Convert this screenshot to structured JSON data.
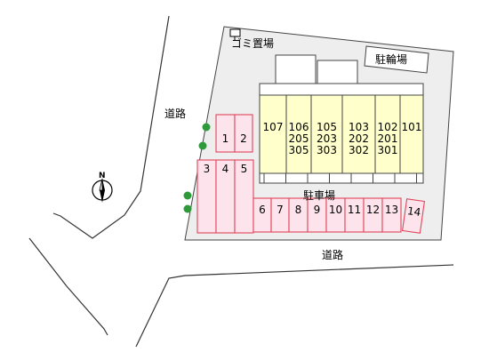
{
  "labels": {
    "garbage": "ゴミ置場",
    "bicycle": "駐輪場",
    "road_left": "道路",
    "road_bottom": "道路",
    "parking_area": "駐車場",
    "north": "N"
  },
  "building_columns": [
    {
      "unit_first": "107",
      "unit_second": "",
      "unit_third": ""
    },
    {
      "unit_first": "106",
      "unit_second": "205",
      "unit_third": "305"
    },
    {
      "unit_first": "105",
      "unit_second": "203",
      "unit_third": "303"
    },
    {
      "unit_first": "103",
      "unit_second": "202",
      "unit_third": "302"
    },
    {
      "unit_first": "102",
      "unit_second": "201",
      "unit_third": "301"
    },
    {
      "unit_first": "101",
      "unit_second": "",
      "unit_third": ""
    }
  ],
  "parking_spaces": [
    "1",
    "2",
    "3",
    "4",
    "5",
    "6",
    "7",
    "8",
    "9",
    "10",
    "11",
    "12",
    "13",
    "14"
  ],
  "colors": {
    "site_fill": "#eeeeee",
    "building_fill": "#ffffcc",
    "parking_fill": "#fde4ec",
    "parking_stroke": "#e0445a",
    "tree": "#2e9a3a"
  }
}
